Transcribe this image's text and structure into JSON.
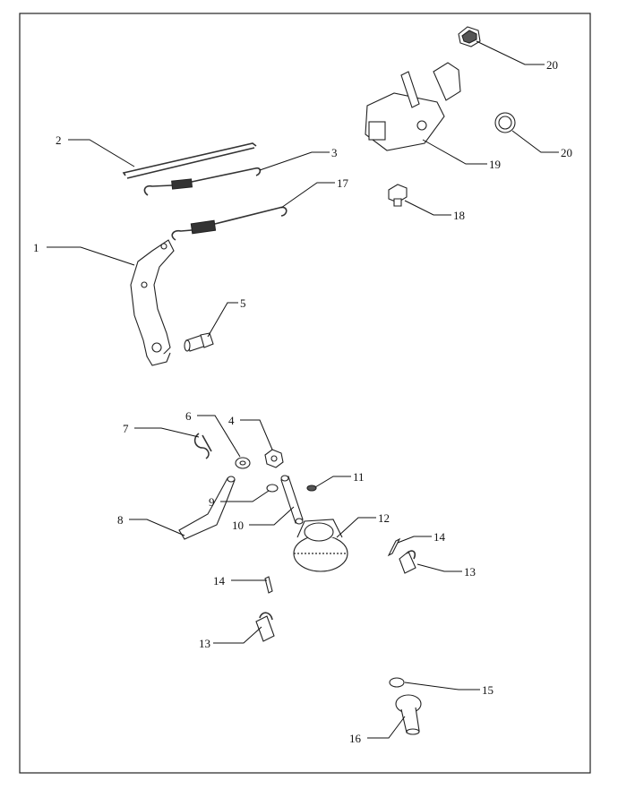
{
  "diagram": {
    "callouts": [
      {
        "id": "c1",
        "label": "1"
      },
      {
        "id": "c2",
        "label": "2"
      },
      {
        "id": "c3",
        "label": "3"
      },
      {
        "id": "c17",
        "label": "17"
      },
      {
        "id": "c5",
        "label": "5"
      },
      {
        "id": "c20a",
        "label": "20"
      },
      {
        "id": "c20b",
        "label": "20"
      },
      {
        "id": "c19",
        "label": "19"
      },
      {
        "id": "c18",
        "label": "18"
      },
      {
        "id": "c7",
        "label": "7"
      },
      {
        "id": "c6",
        "label": "6"
      },
      {
        "id": "c4",
        "label": "4"
      },
      {
        "id": "c11",
        "label": "11"
      },
      {
        "id": "c9",
        "label": "9"
      },
      {
        "id": "c8",
        "label": "8"
      },
      {
        "id": "c10",
        "label": "10"
      },
      {
        "id": "c12",
        "label": "12"
      },
      {
        "id": "c14a",
        "label": "14"
      },
      {
        "id": "c13a",
        "label": "13"
      },
      {
        "id": "c14b",
        "label": "14"
      },
      {
        "id": "c13b",
        "label": "13"
      },
      {
        "id": "c15",
        "label": "15"
      },
      {
        "id": "c16",
        "label": "16"
      }
    ]
  }
}
